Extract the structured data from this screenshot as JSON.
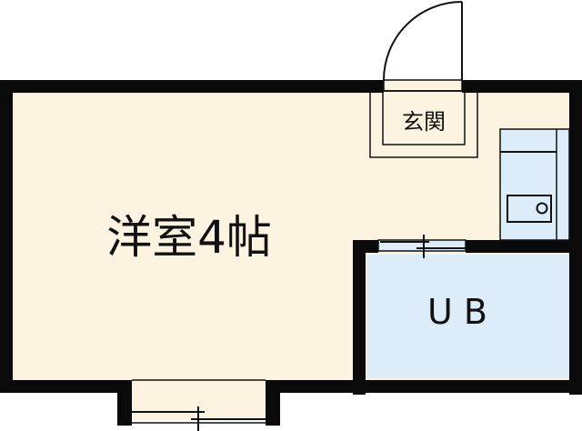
{
  "floorplan": {
    "rooms": {
      "western_room": {
        "label": "洋室4帖"
      },
      "entrance": {
        "label": "玄関"
      },
      "unit_bath": {
        "label": "U B"
      }
    },
    "colors": {
      "wall": "#0a0a0a",
      "room_fill": "#fdf3e1",
      "bath_fill": "#dcedf9",
      "background": "#ffffff"
    }
  }
}
